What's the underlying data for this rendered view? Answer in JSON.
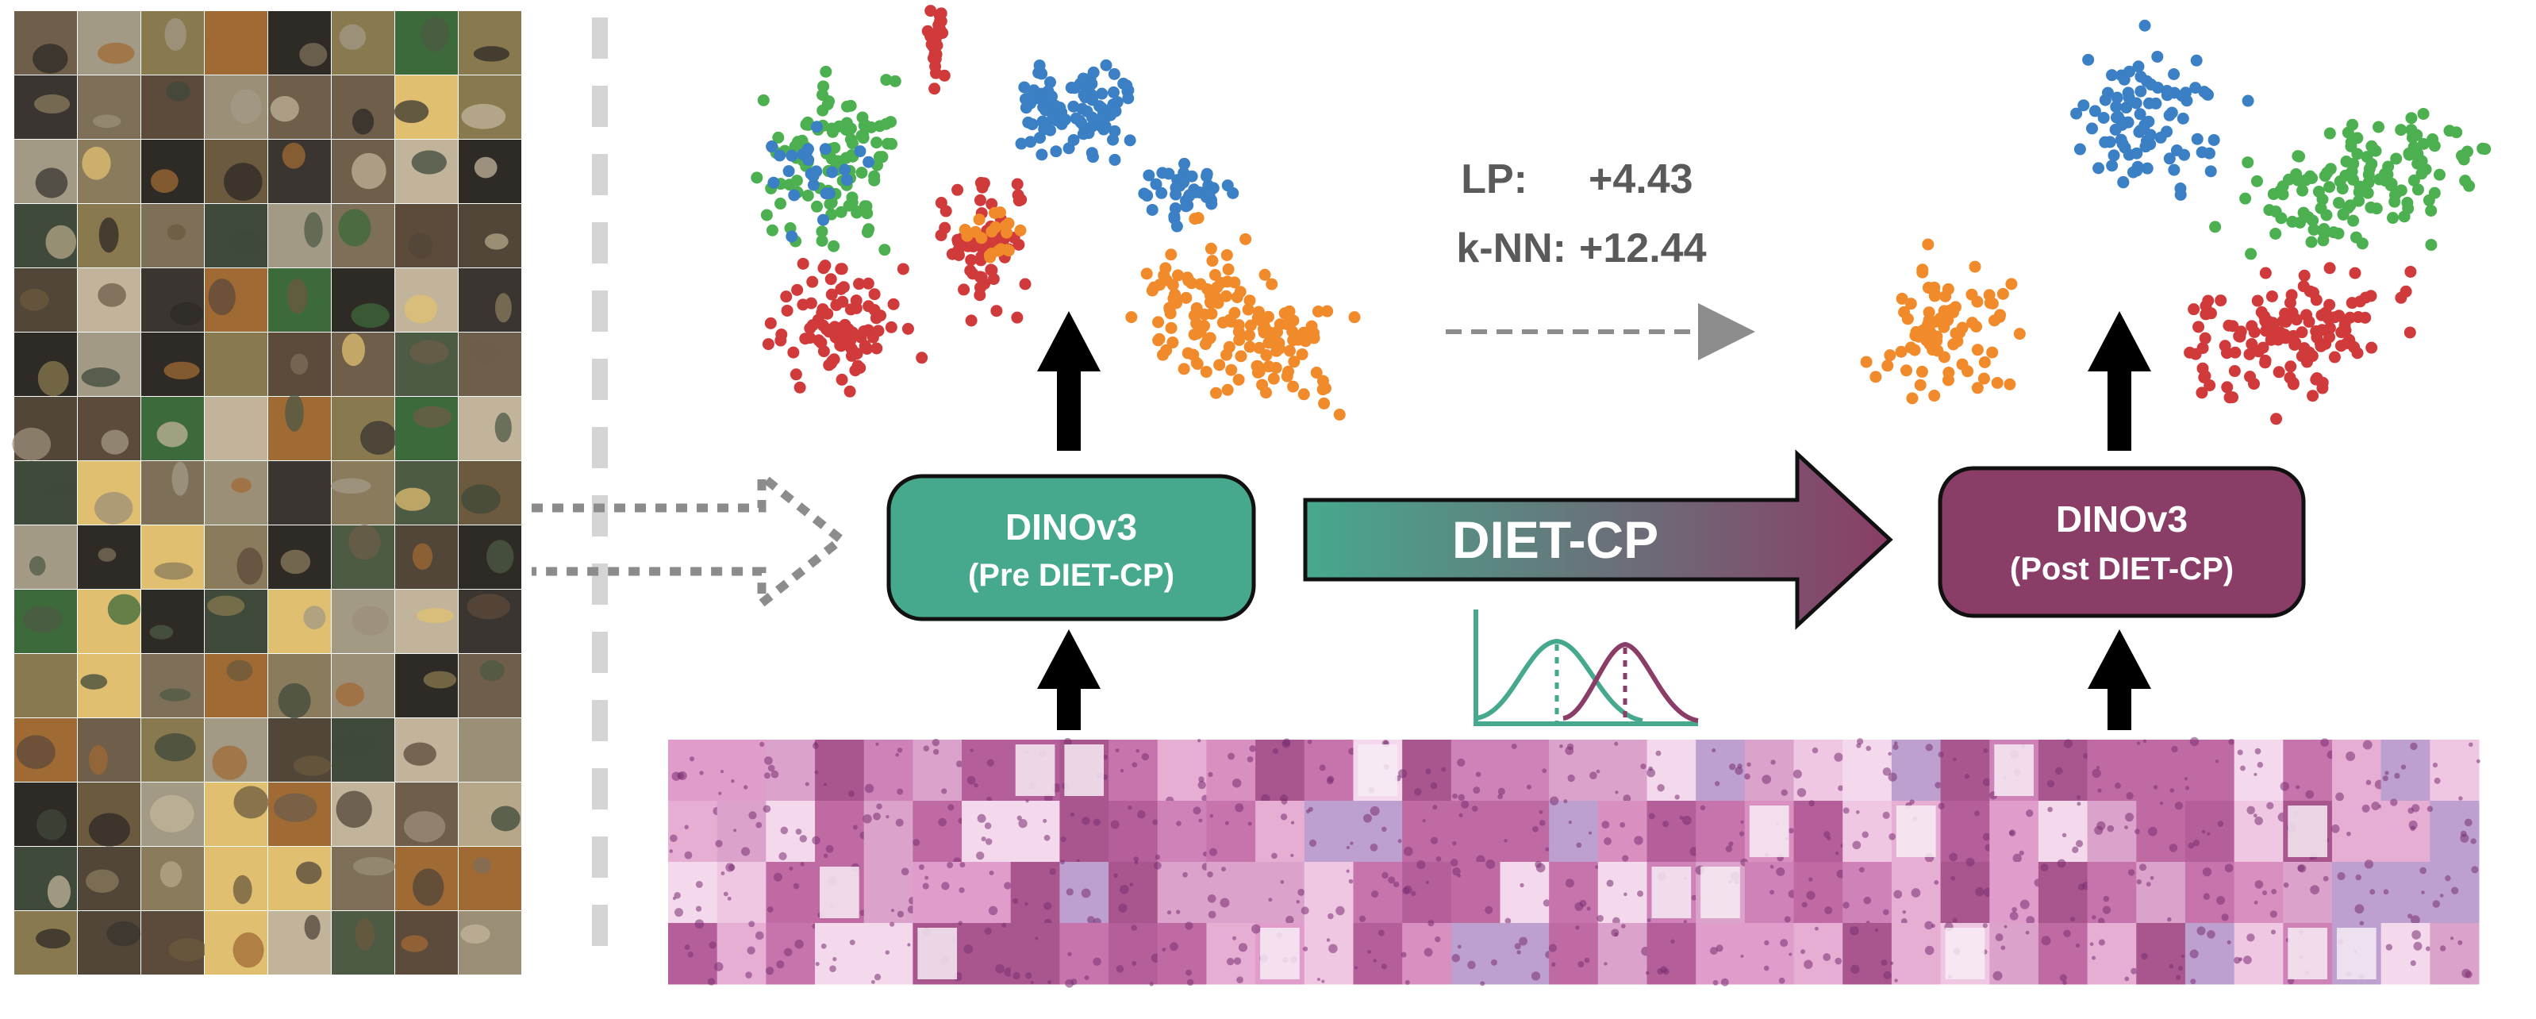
{
  "boxes": {
    "pre": {
      "title": "DINOv3",
      "subtitle": "(Pre DIET-CP)"
    },
    "post": {
      "title": "DINOv3",
      "subtitle": "(Post DIET-CP)"
    }
  },
  "method": {
    "label": "DIET-CP"
  },
  "metrics": [
    {
      "label": "LP:",
      "value": "+4.43"
    },
    {
      "label": "k-NN:",
      "value": "+12.44"
    }
  ],
  "colors": {
    "teal": "#46A98E",
    "plum": "#8A3D66",
    "cluster_green": "#4CAF50",
    "cluster_blue": "#3B7FC4",
    "cluster_red": "#D03A3A",
    "cluster_orange": "#F08A2A",
    "arrow_black": "#000000",
    "dashed_gray": "#8C8C8C"
  },
  "icons": {
    "distribution_shift": "two-gaussian-curves-icon",
    "natural_images": "natural-image-grid",
    "histology_patches": "histology-patch-grid"
  }
}
